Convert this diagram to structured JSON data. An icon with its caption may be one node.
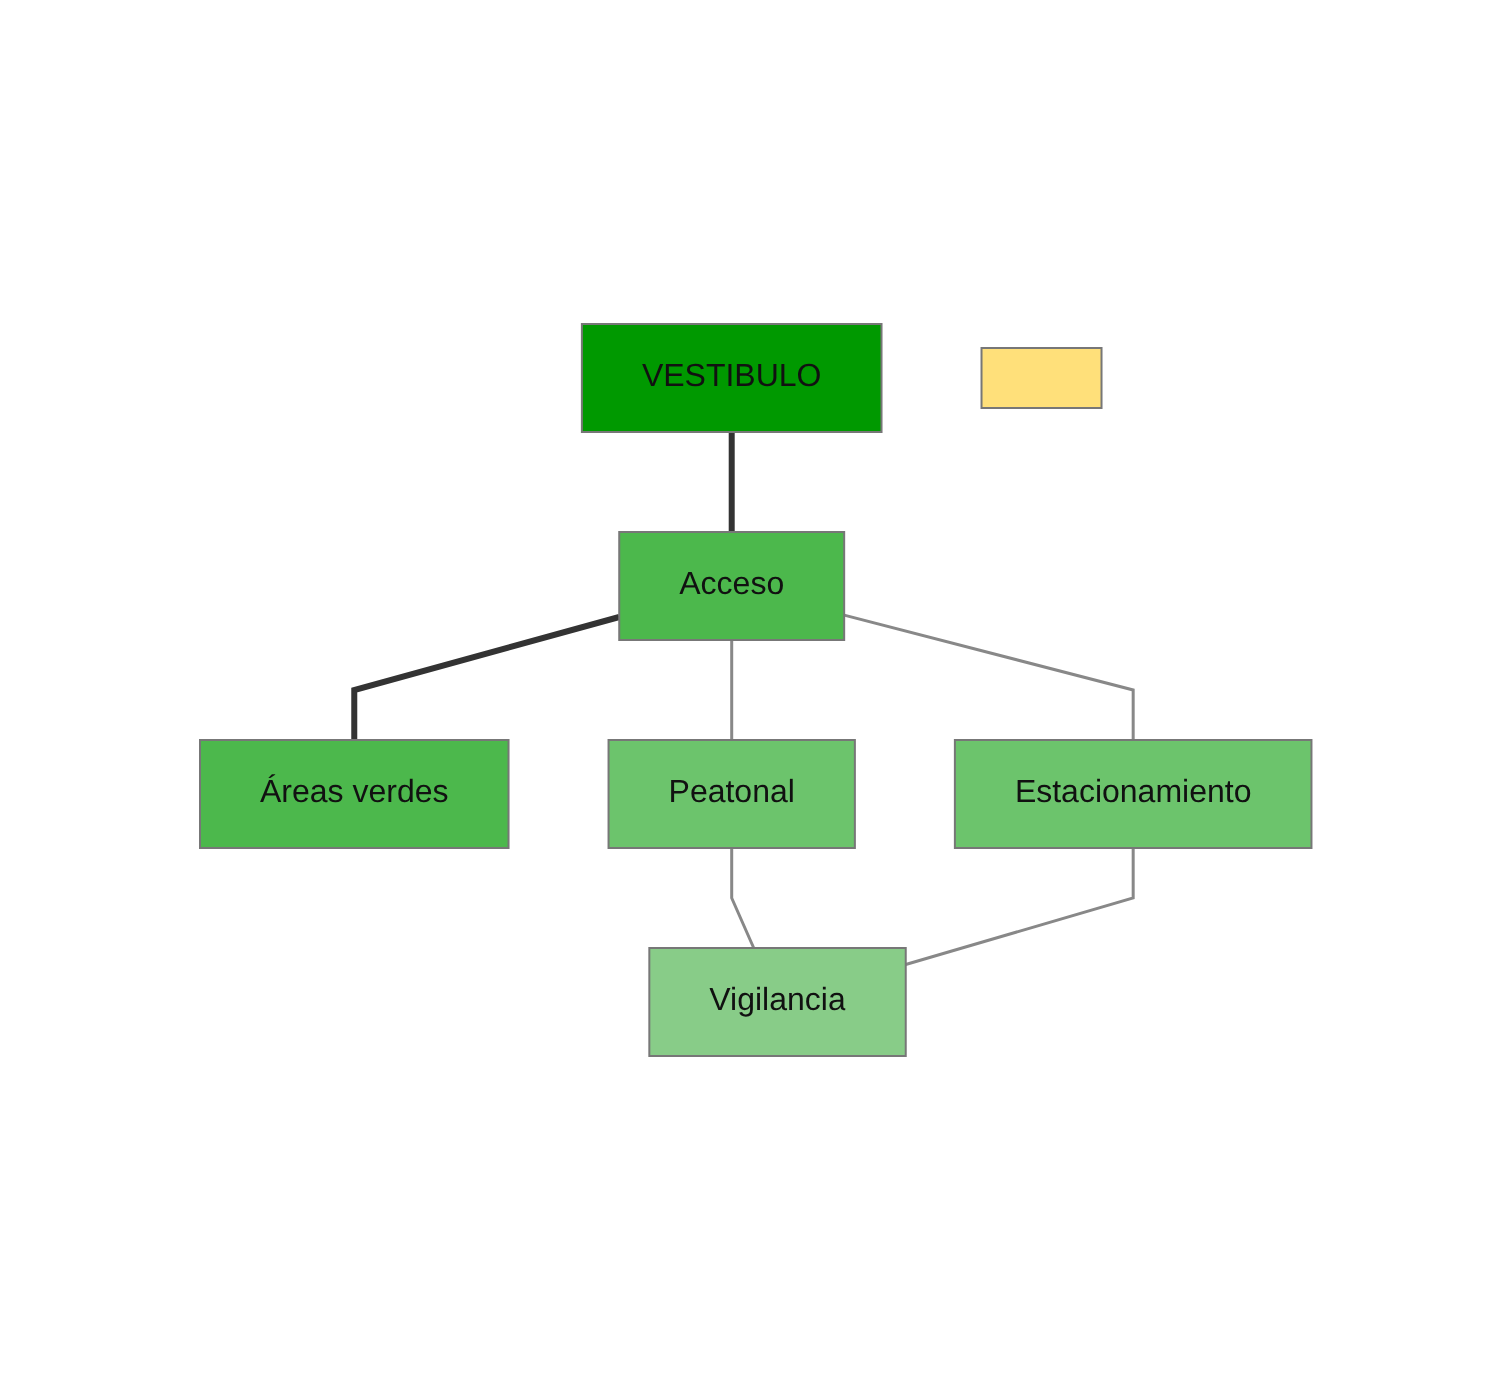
{
  "diagram": {
    "nodes": [
      {
        "text": [
          "VESTIBULO"
        ]
      },
      {
        "text": [],
        "shape": "box"
      },
      {
        "text": [
          "Acceso"
        ]
      },
      {
        "text": [
          "Áreas verdes"
        ]
      },
      {
        "text": [
          "Peatonal"
        ]
      },
      {
        "text": [
          "Estacionamiento"
        ]
      },
      {
        "text": [
          "Vigilancia"
        ]
      }
    ],
    "edges": [
      {
        "from": 0,
        "to": 2,
        "arrow": "none",
        "style": "thick",
        "color": "#333333"
      },
      {
        "from": 2,
        "to": 3,
        "arrow": "none",
        "style": "thick",
        "color": "#333333"
      },
      {
        "from": 2,
        "to": 4,
        "arrow": "none"
      },
      {
        "from": 2,
        "to": 5,
        "arrow": "none"
      },
      {
        "from": 4,
        "to": 6,
        "arrow": "none"
      },
      {
        "from": 5,
        "to": 6,
        "arrow": "none"
      }
    ]
  }
}
